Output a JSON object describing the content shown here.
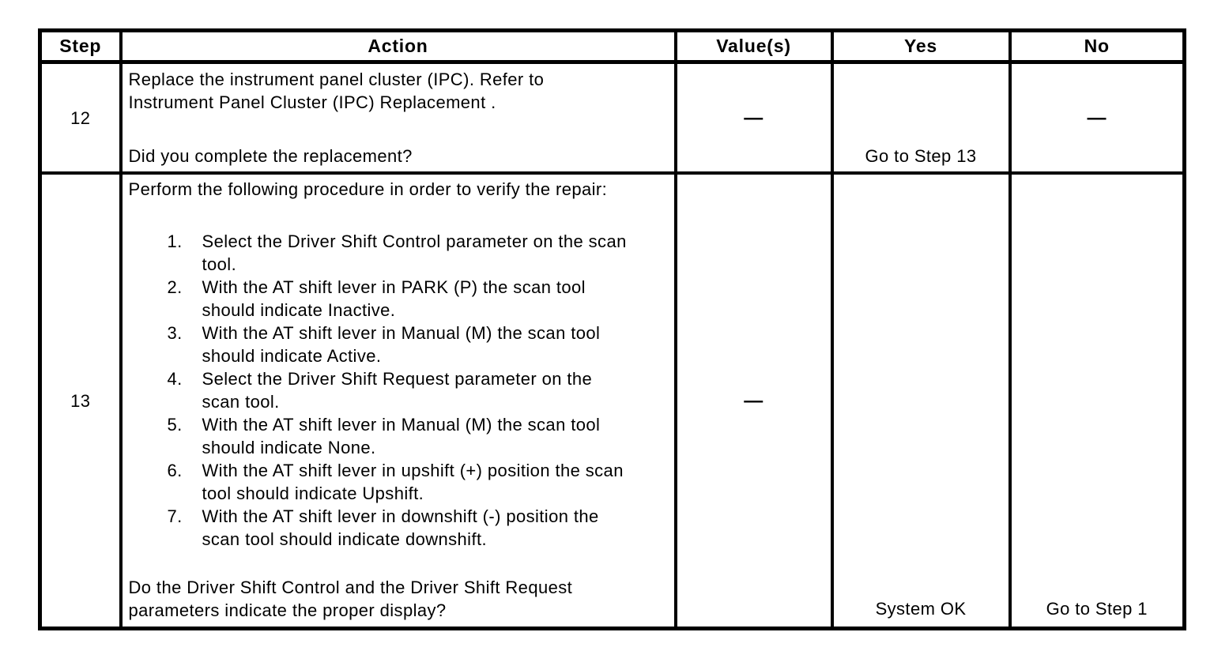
{
  "page": {
    "background": "#ffffff",
    "text_color": "#000000",
    "border_color": "#000000"
  },
  "table": {
    "headers": [
      "Step",
      "Action",
      "Value(s)",
      "Yes",
      "No"
    ],
    "rows": [
      {
        "step": "12",
        "action_intro": "Replace the instrument panel cluster (IPC). Refer to\nInstrument Panel Cluster (IPC) Replacement .",
        "action_question": "Did you complete the replacement?",
        "values": "—",
        "yes": "Go to Step 13",
        "no": "—"
      },
      {
        "step": "13",
        "action_intro": "Perform the following procedure in order to verify the repair:",
        "action_list": [
          {
            "num": "1.",
            "text": "Select the Driver Shift Control parameter on the scan\ntool."
          },
          {
            "num": "2.",
            "text": "With the AT shift lever in PARK (P) the scan tool\nshould indicate Inactive."
          },
          {
            "num": "3.",
            "text": "With the AT shift lever in Manual (M) the scan tool\nshould indicate Active."
          },
          {
            "num": "4.",
            "text": "Select the Driver Shift Request parameter on the\nscan tool."
          },
          {
            "num": "5.",
            "text": "With the AT shift lever in Manual (M) the scan tool\nshould indicate None."
          },
          {
            "num": "6.",
            "text": "With the AT shift lever in upshift (+) position the scan\ntool should indicate Upshift."
          },
          {
            "num": "7.",
            "text": "With the AT shift lever in downshift (-) position the\nscan tool should indicate downshift."
          }
        ],
        "action_question": "Do the Driver Shift Control and the Driver Shift Request\nparameters indicate the proper display?",
        "values": "—",
        "yes": "System OK",
        "no": "Go to Step 1"
      }
    ]
  }
}
